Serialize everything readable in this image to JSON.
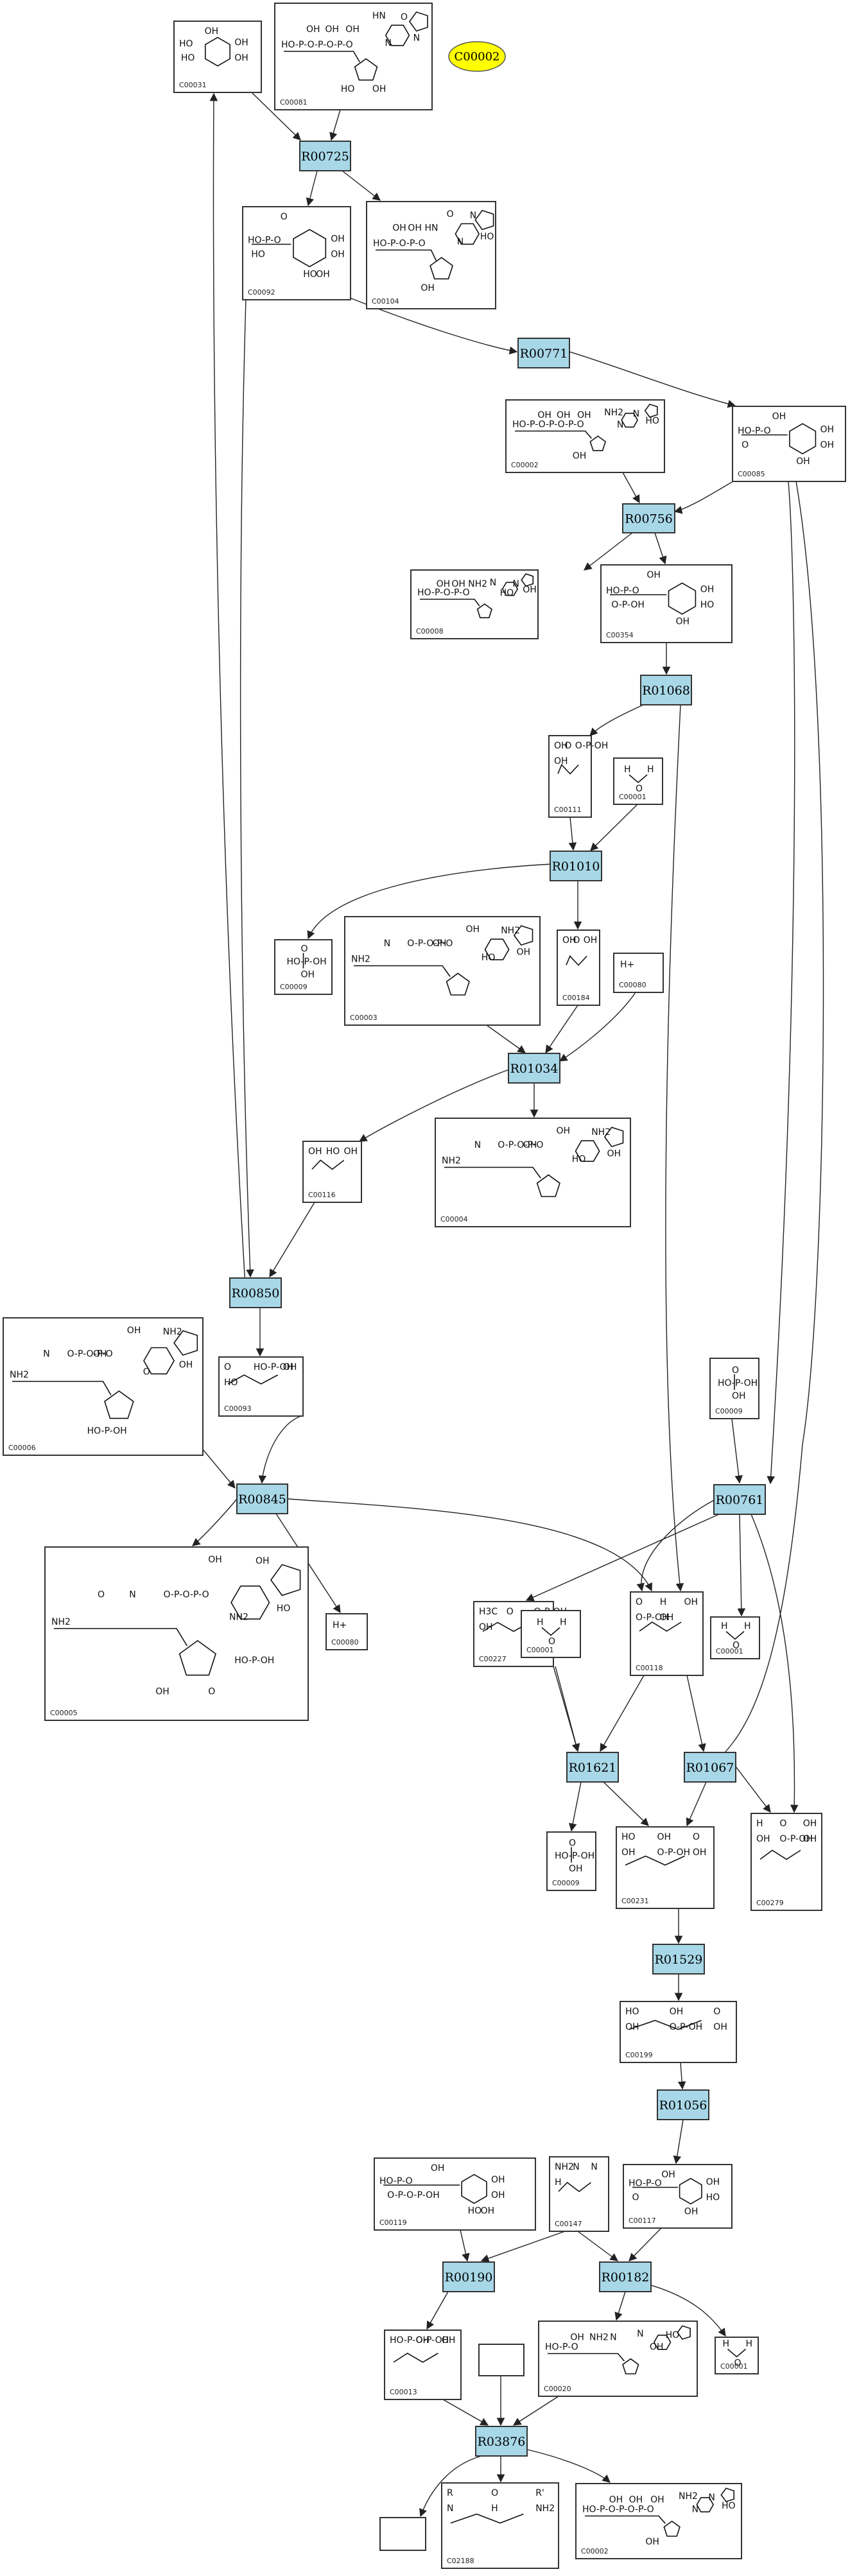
{
  "highlight": {
    "label": "C00002",
    "color": "#ffff00"
  },
  "reaction_color": "#a8d8e8",
  "reactions": [
    {
      "id": "R00725"
    },
    {
      "id": "R00771"
    },
    {
      "id": "R00756"
    },
    {
      "id": "R01068"
    },
    {
      "id": "R01010"
    },
    {
      "id": "R01034"
    },
    {
      "id": "R00850"
    },
    {
      "id": "R00845"
    },
    {
      "id": "R00761"
    },
    {
      "id": "R01621"
    },
    {
      "id": "R01067"
    },
    {
      "id": "R01529"
    },
    {
      "id": "R01056"
    },
    {
      "id": "R00190"
    },
    {
      "id": "R00182"
    },
    {
      "id": "R03876"
    }
  ],
  "compounds": [
    {
      "id": "C00031",
      "mol": "sugar",
      "fragments": [
        "HO",
        "OH",
        "HO",
        "OH",
        "OH"
      ]
    },
    {
      "id": "C00081",
      "mol": "nucleotide",
      "fragments": [
        "HO-P-O-P-O-P-O",
        "OH",
        "OH",
        "OH",
        "HN",
        "O",
        "N",
        "N",
        "HO",
        "OH"
      ]
    },
    {
      "id": "C00092",
      "mol": "sugarphos",
      "fragments": [
        "HO-P-O",
        "O",
        "HO",
        "OH",
        "OH",
        "HO",
        "OH"
      ]
    },
    {
      "id": "C00104",
      "mol": "nucleotide",
      "fragments": [
        "HO-P-O-P-O",
        "OH",
        "OH",
        "HN",
        "O",
        "N",
        "N",
        "HO",
        "OH"
      ]
    },
    {
      "id": "C00002",
      "mol": "nucleotide",
      "fragments": [
        "HO-P-O-P-O-P-O",
        "OH",
        "OH",
        "OH",
        "NH2",
        "N",
        "N",
        "HO",
        "OH"
      ]
    },
    {
      "id": "C00085",
      "mol": "sugarphos",
      "fragments": [
        "HO-P-O",
        "OH",
        "O",
        "OH",
        "OH",
        "OH"
      ]
    },
    {
      "id": "C00008",
      "mol": "nucleotide",
      "fragments": [
        "HO-P-O-P-O",
        "OH",
        "OH",
        "NH2",
        "N",
        "N",
        "HO",
        "OH"
      ]
    },
    {
      "id": "C00354",
      "mol": "sugarphos",
      "fragments": [
        "HO-P-O",
        "OH",
        "O-P-OH",
        "OH",
        "HO",
        "OH"
      ]
    },
    {
      "id": "C00111",
      "mol": "small",
      "fragments": [
        "OH",
        "O",
        "O-P-OH",
        "OH"
      ]
    },
    {
      "id": "C00001",
      "mol": "water",
      "fragments": [
        "H",
        "O",
        "H"
      ]
    },
    {
      "id": "C00009",
      "mol": "phosphate",
      "fragments": [
        "HO-P-OH",
        "O",
        "OH"
      ]
    },
    {
      "id": "C00003",
      "mol": "nucleotide",
      "fragments": [
        "NH2",
        "N",
        "O-P-O-P-O",
        "OH",
        "OH",
        "NH2",
        "HO",
        "OH"
      ]
    },
    {
      "id": "C00184",
      "mol": "small",
      "fragments": [
        "OH",
        "O",
        "OH"
      ]
    },
    {
      "id": "C00080",
      "mol": "ion",
      "fragments": [
        "H+"
      ]
    },
    {
      "id": "C00004",
      "mol": "nucleotide",
      "fragments": [
        "NH2",
        "N",
        "O-P-O-P-O",
        "OH",
        "OH",
        "NH2",
        "HO",
        "OH"
      ]
    },
    {
      "id": "C00116",
      "mol": "small",
      "fragments": [
        "OH",
        "HO",
        "OH"
      ]
    },
    {
      "id": "C00093",
      "mol": "small",
      "fragments": [
        "O",
        "HO-P-OH",
        "OH",
        "HO"
      ]
    },
    {
      "id": "C00006",
      "mol": "nucleotide",
      "fragments": [
        "NH2",
        "N",
        "O-P-O-P-O",
        "OH",
        "OH",
        "NH2",
        "O",
        "OH",
        "HO-P-OH"
      ]
    },
    {
      "id": "C00009",
      "mol": "phosphate",
      "fragments": [
        "HO-P-OH",
        "O",
        "OH"
      ]
    },
    {
      "id": "C00005",
      "mol": "nucleotide",
      "fragments": [
        "NH2",
        "O",
        "N",
        "O-P-O-P-O",
        "OH",
        "OH",
        "NH2",
        "HO",
        "OH",
        "O",
        "HO-P-OH"
      ]
    },
    {
      "id": "C00080",
      "mol": "ion",
      "fragments": [
        "H+"
      ]
    },
    {
      "id": "C00227",
      "mol": "small",
      "fragments": [
        "H3C",
        "O",
        "O-P-OH",
        "OH"
      ]
    },
    {
      "id": "C00001",
      "mol": "water",
      "fragments": [
        "H",
        "O",
        "H"
      ]
    },
    {
      "id": "C00118",
      "mol": "small",
      "fragments": [
        "O",
        "H",
        "OH",
        "O-P-OH",
        "OH"
      ]
    },
    {
      "id": "C00001",
      "mol": "water",
      "fragments": [
        "H",
        "O",
        "H"
      ]
    },
    {
      "id": "C00009",
      "mol": "phosphate",
      "fragments": [
        "HO-P-OH",
        "O",
        "OH"
      ]
    },
    {
      "id": "C00231",
      "mol": "small",
      "fragments": [
        "HO",
        "OH",
        "O",
        "OH",
        "O-P-OH",
        "OH"
      ]
    },
    {
      "id": "C00279",
      "mol": "small",
      "fragments": [
        "H",
        "O",
        "OH",
        "OH",
        "O-P-OH",
        "OH"
      ]
    },
    {
      "id": "C00199",
      "mol": "small",
      "fragments": [
        "HO",
        "OH",
        "O",
        "OH",
        "O-P-OH",
        "OH"
      ]
    },
    {
      "id": "C00119",
      "mol": "sugarphos",
      "fragments": [
        "HO-P-O",
        "OH",
        "O-P-O-P-OH",
        "OH",
        "OH",
        "HO",
        "OH"
      ]
    },
    {
      "id": "C00147",
      "mol": "small",
      "fragments": [
        "NH2",
        "N",
        "N",
        "H"
      ]
    },
    {
      "id": "C00117",
      "mol": "sugarphos",
      "fragments": [
        "HO-P-O",
        "OH",
        "O",
        "OH",
        "HO",
        "OH"
      ]
    },
    {
      "id": "C00013",
      "mol": "small",
      "fragments": [
        "HO-P-O-P-OH",
        "OH",
        "OH"
      ]
    },
    {
      "id": "C00020",
      "mol": "nucleotide",
      "fragments": [
        "HO-P-O",
        "OH",
        "NH2",
        "N",
        "N",
        "HO",
        "OH"
      ]
    },
    {
      "id": "C00001",
      "mol": "water",
      "fragments": [
        "H",
        "O",
        "H"
      ]
    },
    {
      "id": "",
      "mol": "empty",
      "fragments": []
    },
    {
      "id": "",
      "mol": "empty",
      "fragments": []
    },
    {
      "id": "C02188",
      "mol": "small",
      "fragments": [
        "R",
        "O",
        "R'",
        "N",
        "H",
        "NH2"
      ]
    },
    {
      "id": "C00002",
      "mol": "nucleotide",
      "fragments": [
        "HO-P-O-P-O-P-O",
        "OH",
        "OH",
        "OH",
        "NH2",
        "N",
        "N",
        "HO",
        "OH"
      ]
    }
  ]
}
